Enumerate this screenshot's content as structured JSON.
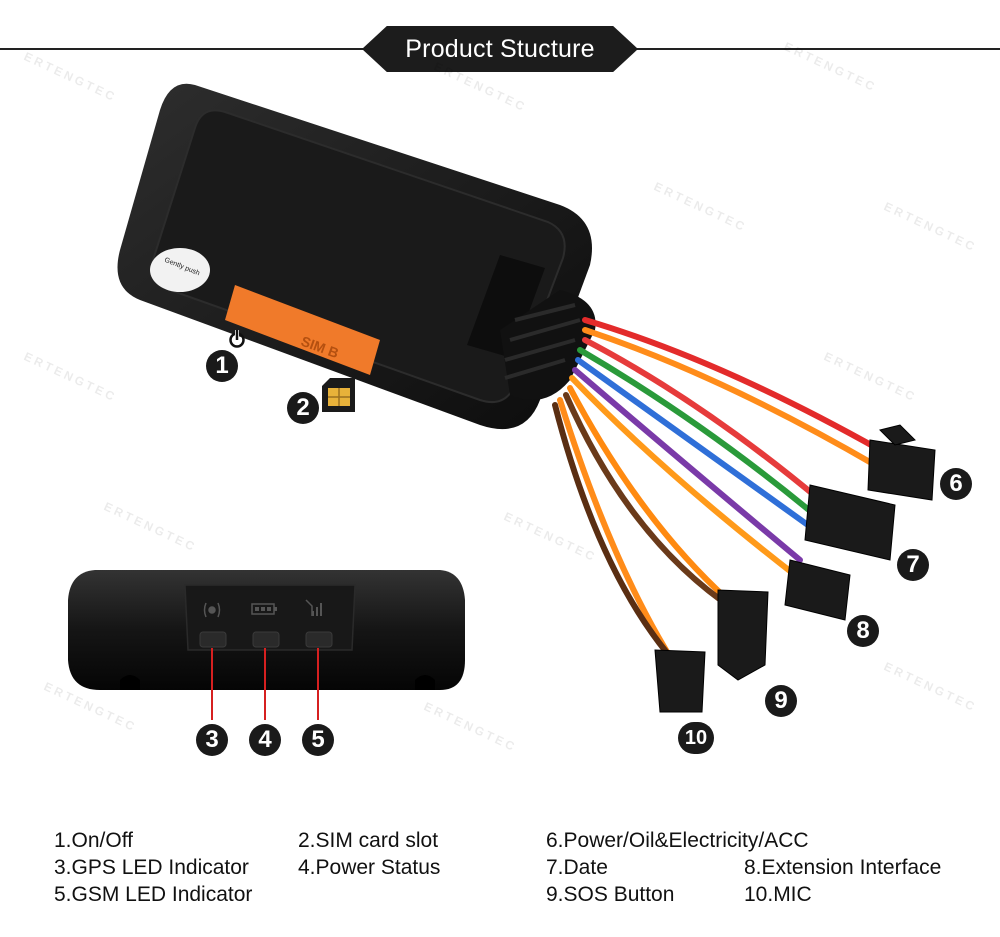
{
  "title": "Product Stucture",
  "watermark": "ERTENGTEC",
  "device": {
    "label_text": "Gently push",
    "slot_text": "SIM B"
  },
  "markers": [
    "1",
    "2",
    "3",
    "4",
    "5",
    "6",
    "7",
    "8",
    "9",
    "10"
  ],
  "legend": [
    "1.On/Off",
    "2.SIM card slot",
    "3.GPS LED Indicator",
    "4.Power Status",
    "5.GSM LED Indicator",
    "6.Power/Oil&Electricity/ACC",
    "7.Date",
    "8.Extension Interface",
    "9.SOS Button",
    "10.MIC"
  ],
  "icons": [
    "power-icon",
    "sim-card-icon",
    "gps-signal-icon",
    "battery-icon",
    "gsm-signal-icon"
  ],
  "colors": {
    "device_body": "#151515",
    "slot_accent": "#f07a2a",
    "title_bg": "#1c1c1c",
    "indicator_line": "#d62020"
  }
}
